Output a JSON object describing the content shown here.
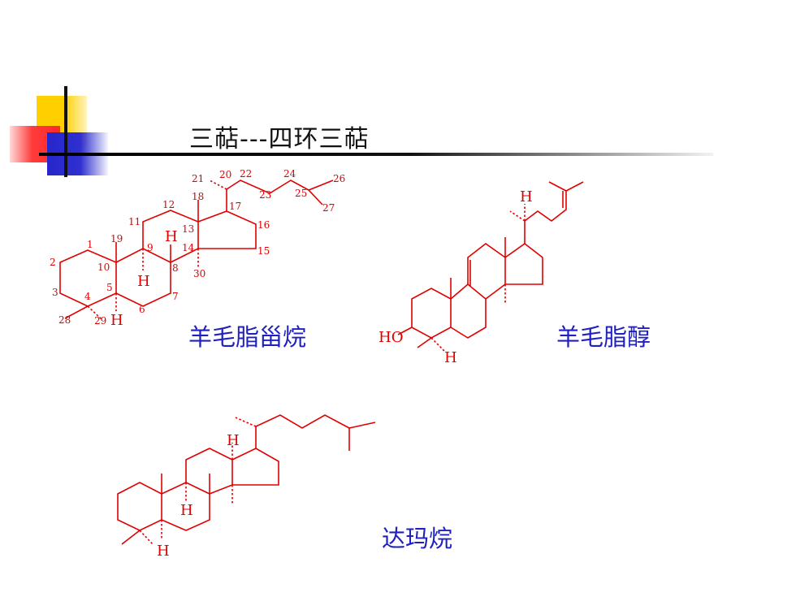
{
  "slide": {
    "title": "三萜---四环三萜",
    "colors": {
      "accent_yellow": "#ffd000",
      "accent_red": "#ff3a3a",
      "accent_blue": "#2626cc",
      "structure_red": "#e00000",
      "label_blue": "#2020c0"
    }
  },
  "structures": {
    "lanostane": {
      "label": "羊毛脂甾烷",
      "numbers": [
        "1",
        "2",
        "3",
        "4",
        "5",
        "6",
        "7",
        "8",
        "9",
        "10",
        "11",
        "12",
        "13",
        "14",
        "15",
        "16",
        "17",
        "18",
        "19",
        "20",
        "21",
        "22",
        "23",
        "24",
        "25",
        "26",
        "27",
        "28",
        "29",
        "30"
      ],
      "atoms": {
        "h_9": "H",
        "h_8": "H",
        "h_5": "H"
      }
    },
    "lanosterol": {
      "label": "羊毛脂醇",
      "atoms": {
        "ho": "HO",
        "h_20": "H",
        "h_5": "H"
      }
    },
    "dammarane": {
      "label": "达玛烷",
      "atoms": {
        "h_17": "H",
        "h_9": "H",
        "h_5": "H"
      }
    }
  }
}
